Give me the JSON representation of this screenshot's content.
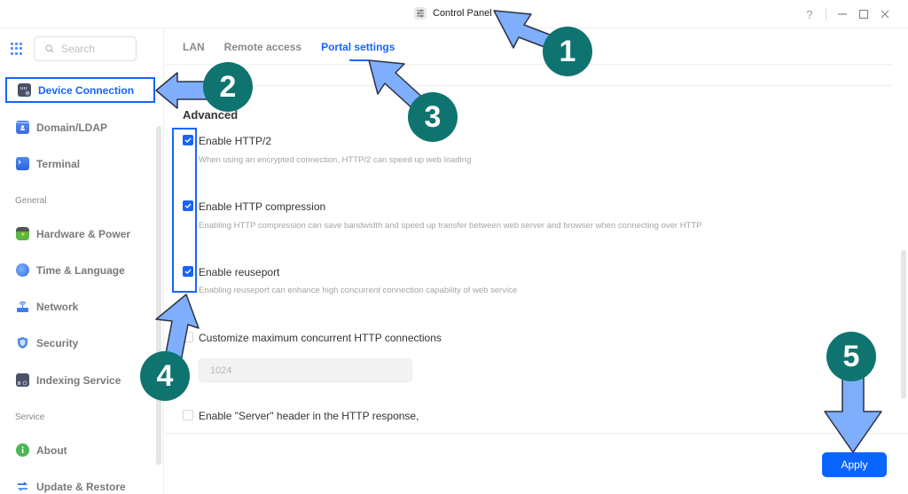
{
  "window": {
    "title": "Control Panel",
    "controls": {
      "help": "?",
      "minimize": "—",
      "maximize": "☐",
      "close": "✕"
    }
  },
  "sidebar": {
    "search_placeholder": "Search",
    "items": [
      {
        "label": "Device Connection",
        "icon": "device-connection-icon",
        "active": true
      },
      {
        "label": "Domain/LDAP",
        "icon": "domain-ldap-icon"
      },
      {
        "label": "Terminal",
        "icon": "terminal-icon"
      }
    ],
    "sections": [
      {
        "title": "General",
        "items": [
          {
            "label": "Hardware & Power",
            "icon": "hardware-power-icon"
          },
          {
            "label": "Time & Language",
            "icon": "time-language-icon"
          },
          {
            "label": "Network",
            "icon": "network-icon"
          },
          {
            "label": "Security",
            "icon": "security-icon"
          },
          {
            "label": "Indexing Service",
            "icon": "indexing-service-icon"
          }
        ]
      },
      {
        "title": "Service",
        "items": [
          {
            "label": "About",
            "icon": "about-icon"
          },
          {
            "label": "Update & Restore",
            "icon": "update-restore-icon"
          }
        ]
      }
    ]
  },
  "tabs": [
    {
      "label": "LAN",
      "active": false
    },
    {
      "label": "Remote access",
      "active": false
    },
    {
      "label": "Portal settings",
      "active": true
    }
  ],
  "main": {
    "section_title": "Advanced",
    "options": [
      {
        "label": "Enable HTTP/2",
        "checked": true,
        "description": "When using an encrypted connection, HTTP/2 can speed up web loading"
      },
      {
        "label": "Enable HTTP compression",
        "checked": true,
        "description": "Enabling HTTP compression can save bandwidth and speed up transfer between web server and browser when connecting over HTTP"
      },
      {
        "label": "Enable reuseport",
        "checked": true,
        "description": "Enabling reuseport can enhance high concurrent connection capability of web service"
      },
      {
        "label": "Customize maximum concurrent HTTP connections",
        "checked": false
      },
      {
        "label": "Enable \"Server\" header in the HTTP response,",
        "checked": false
      }
    ],
    "max_connections_value": "1024",
    "apply_label": "Apply"
  },
  "annotations": {
    "badges": [
      "1",
      "2",
      "3",
      "4",
      "5"
    ],
    "arrow_color": "#7eaefc",
    "badge_color": "#0f7470",
    "highlight_color": "#1764ff"
  },
  "colors": {
    "accent": "#1764ff",
    "apply_button": "#0a64ff"
  }
}
